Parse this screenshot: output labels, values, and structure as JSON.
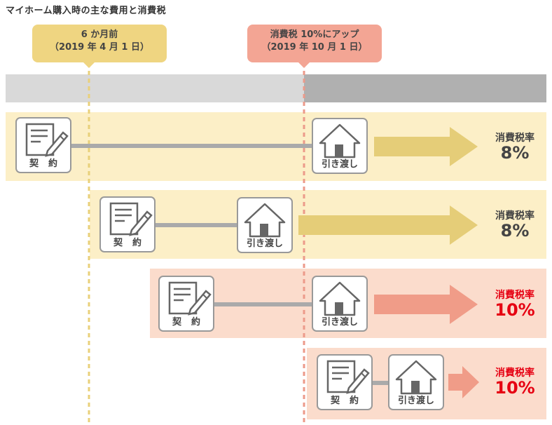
{
  "title": "マイホーム購入時の主な費用と消費税",
  "callouts": {
    "six_months": {
      "line1": "6 か月前",
      "line2": "（2019 年 4 月 1 日）"
    },
    "tax_up": {
      "line1": "消費税 10%にアップ",
      "line2": "（2019 年 10 月 1 日）"
    }
  },
  "labels": {
    "contract": "契約",
    "handover": "引き渡し",
    "tax_rate": "消費税率"
  },
  "rows": [
    {
      "rate": "8%"
    },
    {
      "rate": "8%"
    },
    {
      "rate": "10%"
    },
    {
      "rate": "10%"
    }
  ],
  "colors": {
    "yellow_bg": "#fcefc7",
    "pink_bg": "#fbdccc",
    "yellow_arrow": "#e5cd78",
    "pink_arrow": "#f09c88",
    "yellow_callout": "#efd581",
    "pink_callout": "#f3a594",
    "red_text": "#e60012",
    "gray_text": "#444444"
  }
}
